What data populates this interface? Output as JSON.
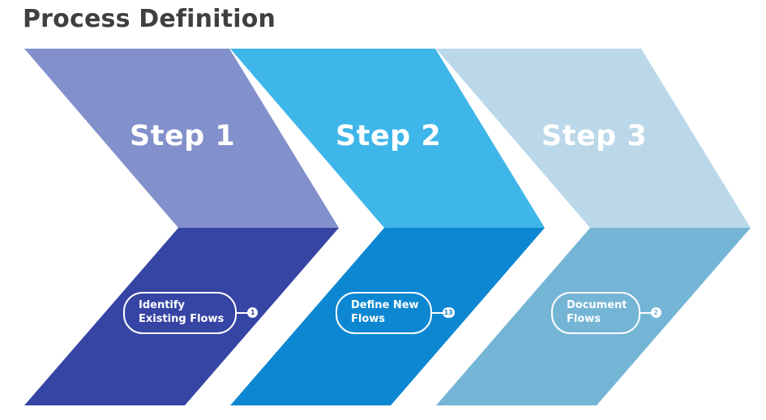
{
  "title": "Process Definition",
  "title_color": "#3f3f3f",
  "steps": [
    {
      "label": "Step 1",
      "task_line1": "Identify",
      "task_line2": "Existing Flows",
      "badge": "1",
      "top_color": "#8290cb",
      "bottom_color": "#3645a4"
    },
    {
      "label": "Step 2",
      "task_line1": "Define New",
      "task_line2": "Flows",
      "badge": "13",
      "top_color": "#3fb6e9",
      "bottom_color": "#0d87d1"
    },
    {
      "label": "Step 3",
      "task_line1": "Document",
      "task_line2": "Flows",
      "badge": "2",
      "top_color": "#bbd8e9",
      "bottom_color": "#74b5d6"
    }
  ]
}
